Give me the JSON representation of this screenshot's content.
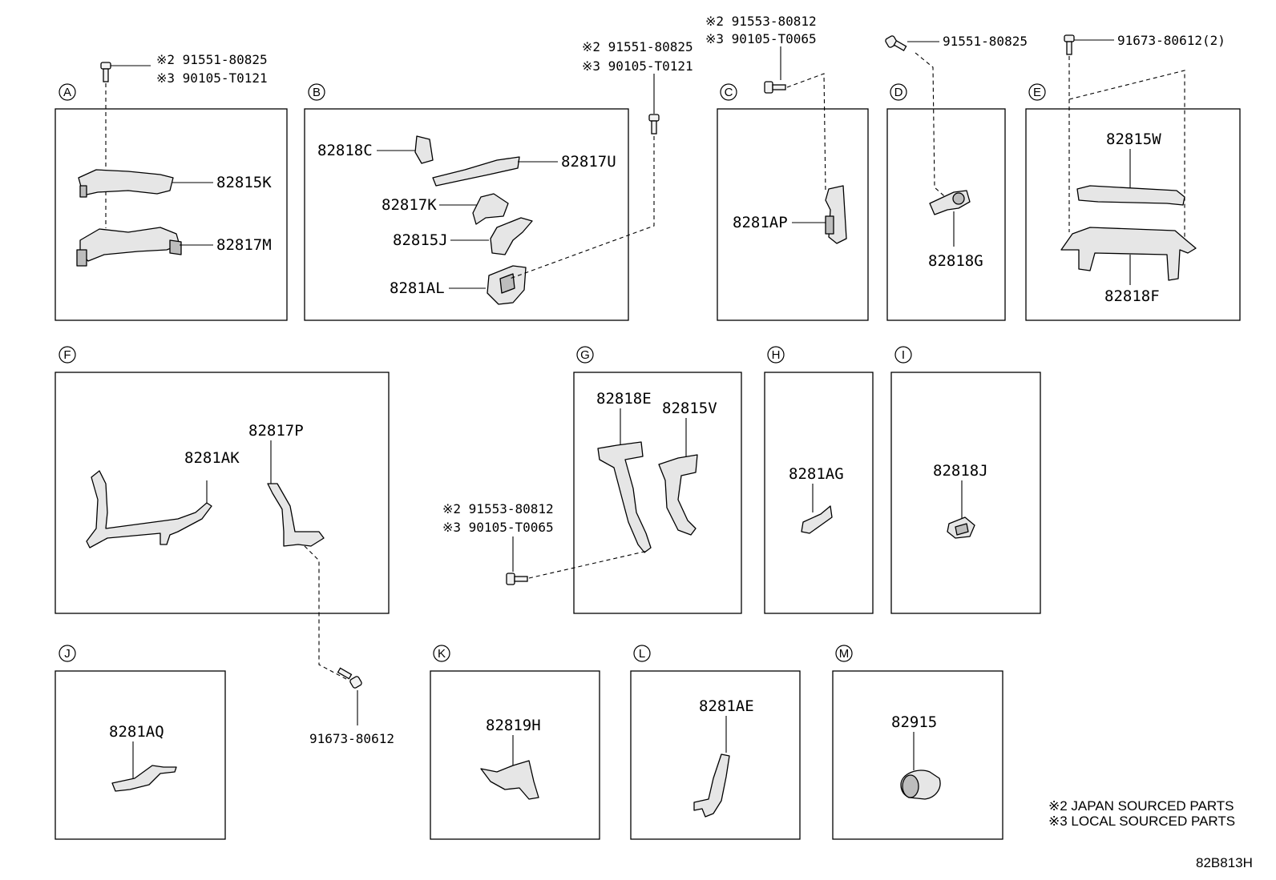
{
  "sections": {
    "A": "A",
    "B": "B",
    "C": "C",
    "D": "D",
    "E": "E",
    "F": "F",
    "G": "G",
    "H": "H",
    "I": "I",
    "J": "J",
    "K": "K",
    "L": "L",
    "M": "M"
  },
  "parts": {
    "p82815K": "82815K",
    "p82817M": "82817M",
    "p82818C": "82818C",
    "p82817U": "82817U",
    "p82817K": "82817K",
    "p82815J": "82815J",
    "p8281AL": "8281AL",
    "p8281AP": "8281AP",
    "p82818G": "82818G",
    "p82815W": "82815W",
    "p82818F": "82818F",
    "p8281AK": "8281AK",
    "p82817P": "82817P",
    "p82818E": "82818E",
    "p82815V": "82815V",
    "p8281AG": "8281AG",
    "p82818J": "82818J",
    "p8281AQ": "8281AQ",
    "p82819H": "82819H",
    "p8281AE": "8281AE",
    "p82915": "82915"
  },
  "fasteners": {
    "a_line1": "※2 91551-80825",
    "a_line2": "※3 90105-T0121",
    "b_line1": "※2 91551-80825",
    "b_line2": "※3 90105-T0121",
    "c_line1": "※2 91553-80812",
    "c_line2": "※3 90105-T0065",
    "d_line1": "91551-80825",
    "e_line1": "91673-80612(2)",
    "g_line1": "※2 91553-80812",
    "g_line2": "※3 90105-T0065",
    "f_line1": "91673-80612"
  },
  "notes": {
    "line1": "※2 JAPAN SOURCED PARTS",
    "line2": "※3 LOCAL SOURCED PARTS"
  },
  "diagram_code": "82B813H"
}
